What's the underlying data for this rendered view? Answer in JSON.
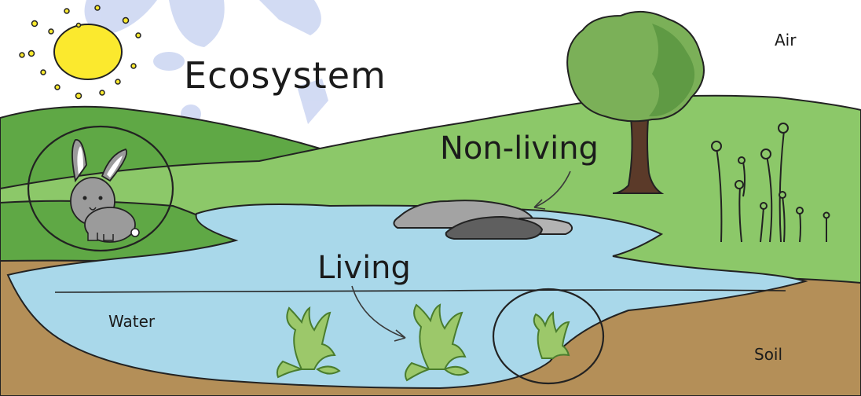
{
  "diagram": {
    "title": "Ecosystem",
    "labels": {
      "non_living": "Non-living",
      "living": "Living",
      "air": "Air",
      "water": "Water",
      "soil": "Soil"
    }
  },
  "colors": {
    "sky": "#ffffff",
    "sun": "#fbe92e",
    "grass_light": "#8cc869",
    "grass_dark": "#5fa845",
    "water": "#a9d8ea",
    "soil": "#b48f58",
    "rock_light": "#a3a3a3",
    "rock_dark": "#5f5f5f",
    "tree_crown": "#7bb058",
    "tree_trunk": "#5b3a29",
    "watermark": "#cbd5f2"
  },
  "icons": [
    "sun-icon",
    "rabbit-icon",
    "tree-icon",
    "rock-icon",
    "plant-icon",
    "reed-icon",
    "arrow-icon"
  ]
}
